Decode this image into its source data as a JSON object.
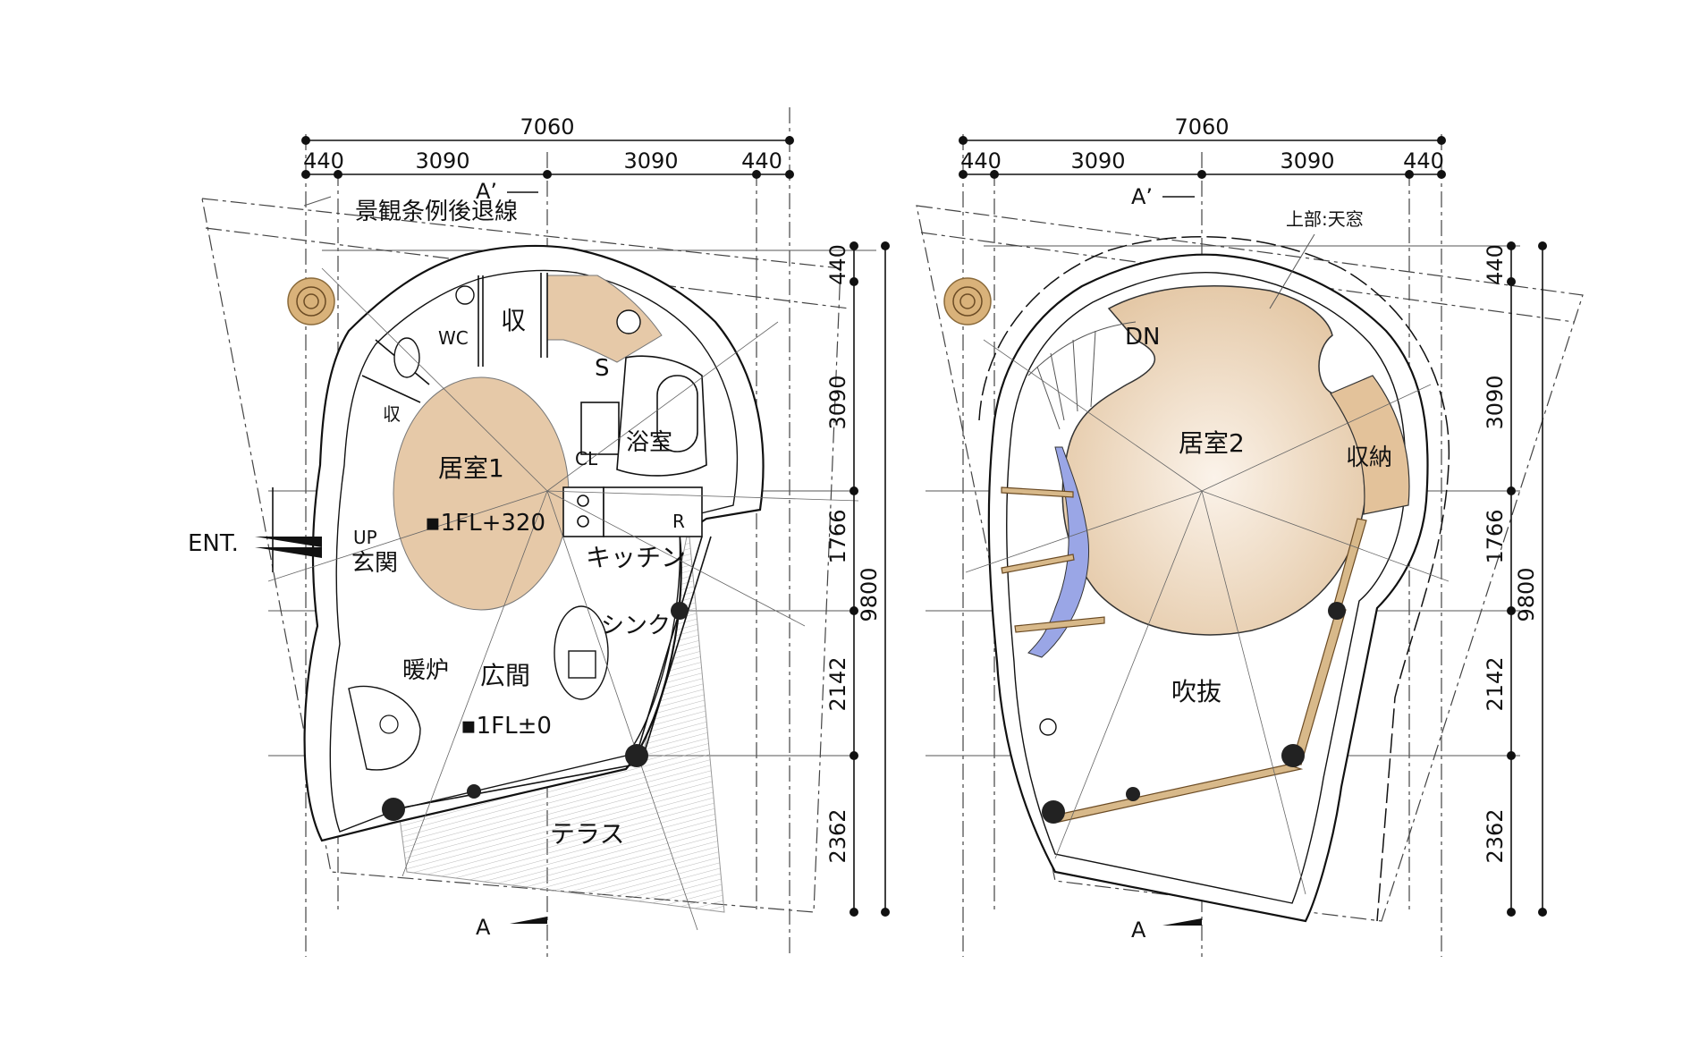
{
  "plan_left": {
    "dim_total": "7060",
    "dim_440_a": "440",
    "dim_3090_a": "3090",
    "dim_3090_b": "3090",
    "dim_440_b": "440",
    "section_top": "A’",
    "section_bottom": "A",
    "setback_line": "景観条例後退線",
    "rooms": {
      "wc": "WC",
      "storage_top": "収",
      "storage_left": "収",
      "s": "S",
      "bath": "浴室",
      "cl": "CL",
      "r": "R",
      "room1": "居室1",
      "level1": "▪1FL+320",
      "up": "UP",
      "entrance": "玄関",
      "kitchen": "キッチン",
      "sink": "シンク",
      "fireplace": "暖炉",
      "hall": "広間",
      "level0": "▪1FL±0",
      "terrace": "テラス"
    },
    "ent": "ENT.",
    "right_dims": {
      "d440": "440",
      "d3090": "3090",
      "d1766": "1766",
      "d2142": "2142",
      "d2362": "2362",
      "d9800": "9800"
    }
  },
  "plan_right": {
    "dim_total": "7060",
    "dim_440_a": "440",
    "dim_3090_a": "3090",
    "dim_3090_b": "3090",
    "dim_440_b": "440",
    "section_top": "A’",
    "section_bottom": "A",
    "skylight": "上部:天窓",
    "rooms": {
      "dn": "DN",
      "room2": "居室2",
      "storage": "収納",
      "void": "吹抜"
    },
    "right_dims": {
      "d440": "440",
      "d3090": "3090",
      "d1766": "1766",
      "d2142": "2142",
      "d2362": "2362",
      "d9800": "9800"
    }
  },
  "colors": {
    "room_fill": "#e6c9a8",
    "room_fill_light": "#efdcc4",
    "timber": "#d8b98a",
    "stair_blue": "#9aa6e6",
    "tree": "#d9b27a"
  }
}
